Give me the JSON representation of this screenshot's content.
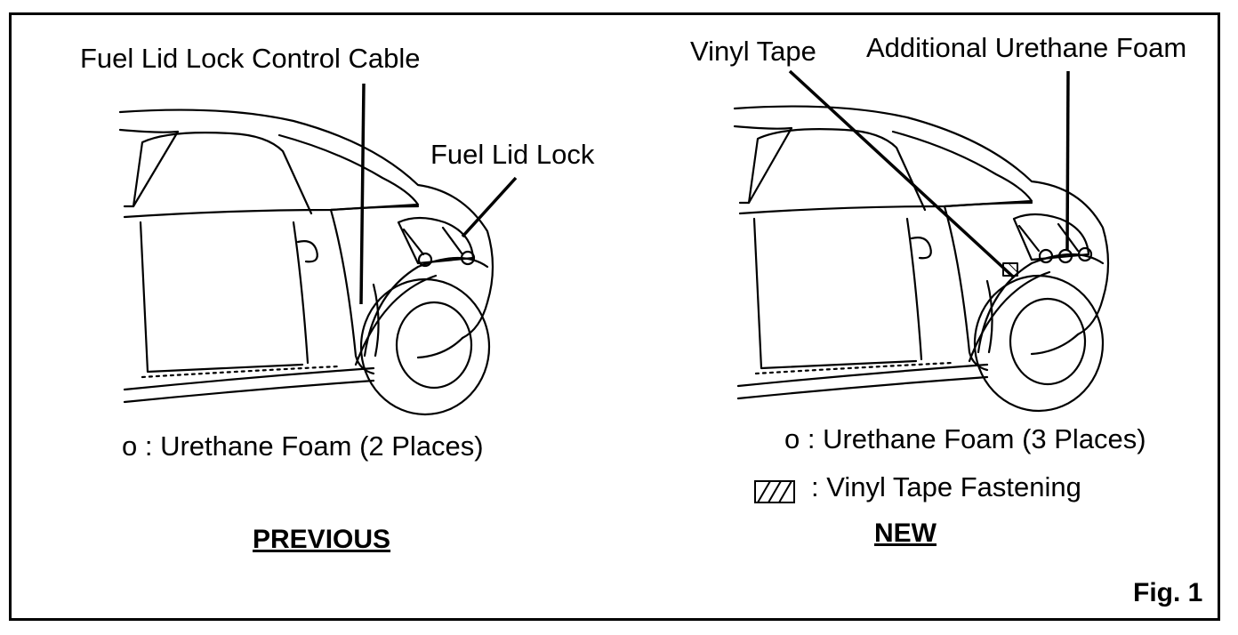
{
  "previous": {
    "label_cable": "Fuel Lid Lock Control Cable",
    "label_lock": "Fuel Lid Lock",
    "legend_foam": "o : Urethane Foam (2 Places)",
    "title": "PREVIOUS"
  },
  "new": {
    "label_tape": "Vinyl Tape",
    "label_foam": "Additional Urethane Foam",
    "legend_foam": "o : Urethane Foam (3 Places)",
    "legend_tape": ":  Vinyl Tape Fastening",
    "title": "NEW"
  },
  "figure_label": "Fig. 1"
}
